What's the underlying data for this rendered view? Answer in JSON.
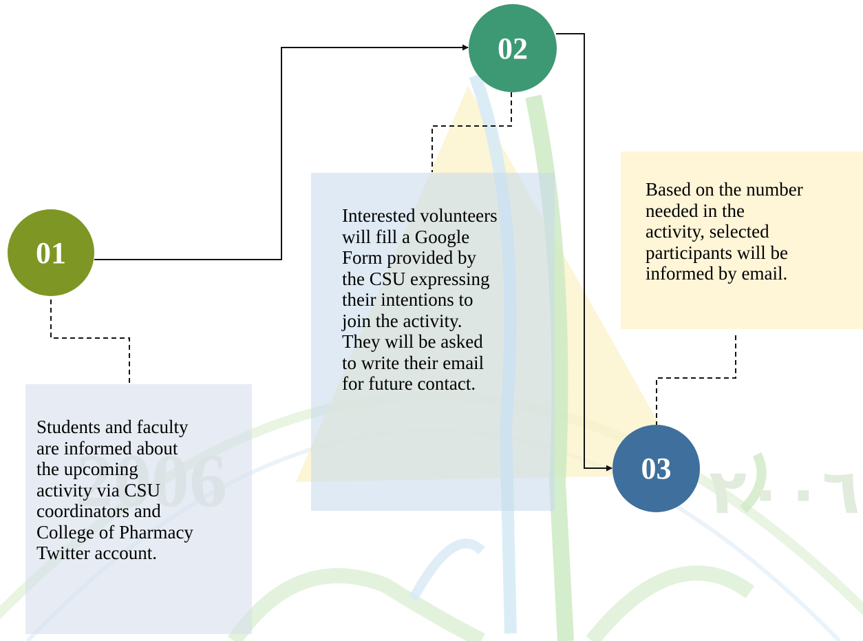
{
  "colors": {
    "step1": "#7e9624",
    "step2": "#3d9874",
    "step3": "#3f6f9c",
    "note1_bg": "#d6dfec",
    "note2_bg": "#c8daec",
    "note3_bg": "#fff3ce",
    "connector": "#111111"
  },
  "watermark": {
    "year": "2006",
    "arabic_numerals": "٢٠٠٦"
  },
  "steps": [
    {
      "number": "01",
      "text": "Students and faculty\nare informed about\nthe upcoming\nactivity via CSU\ncoordinators and\nCollege of Pharmacy\nTwitter account."
    },
    {
      "number": "02",
      "text": "Interested volunteers\nwill fill a Google\nForm provided by\nthe CSU expressing\ntheir intentions to\njoin the activity.\nThey will be asked\nto write their email\nfor future contact."
    },
    {
      "number": "03",
      "text": "Based on the number\nneeded in the\nactivity, selected\nparticipants will be\ninformed by email."
    }
  ]
}
